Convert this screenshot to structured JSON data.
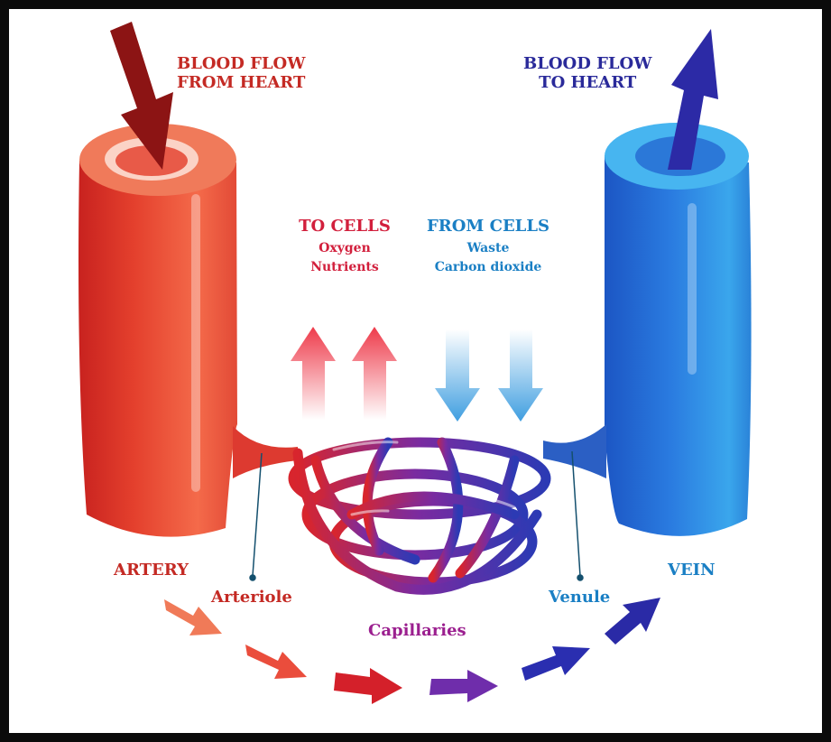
{
  "labels": {
    "flow_from_heart": [
      "BLOOD FLOW",
      "FROM HEART"
    ],
    "flow_to_heart": [
      "BLOOD FLOW",
      "TO HEART"
    ],
    "to_cells_title": "TO CELLS",
    "to_cells_items": [
      "Oxygen",
      "Nutrients"
    ],
    "from_cells_title": "FROM CELLS",
    "from_cells_items": [
      "Waste",
      "Carbon dioxide"
    ],
    "artery": "ARTERY",
    "arteriole": "Arteriole",
    "capillaries": "Capillaries",
    "venule": "Venule",
    "vein": "VEIN"
  },
  "colors": {
    "artery_red": "#d32a2a",
    "vein_blue": "#1f5fc8",
    "dark_red_arrow": "#8c1414",
    "navy_arrow": "#2a2aa0",
    "to_cells_text": "#d21f3c",
    "from_cells_text": "#1a7fc4",
    "capillaries_text": "#9b1f8f"
  }
}
